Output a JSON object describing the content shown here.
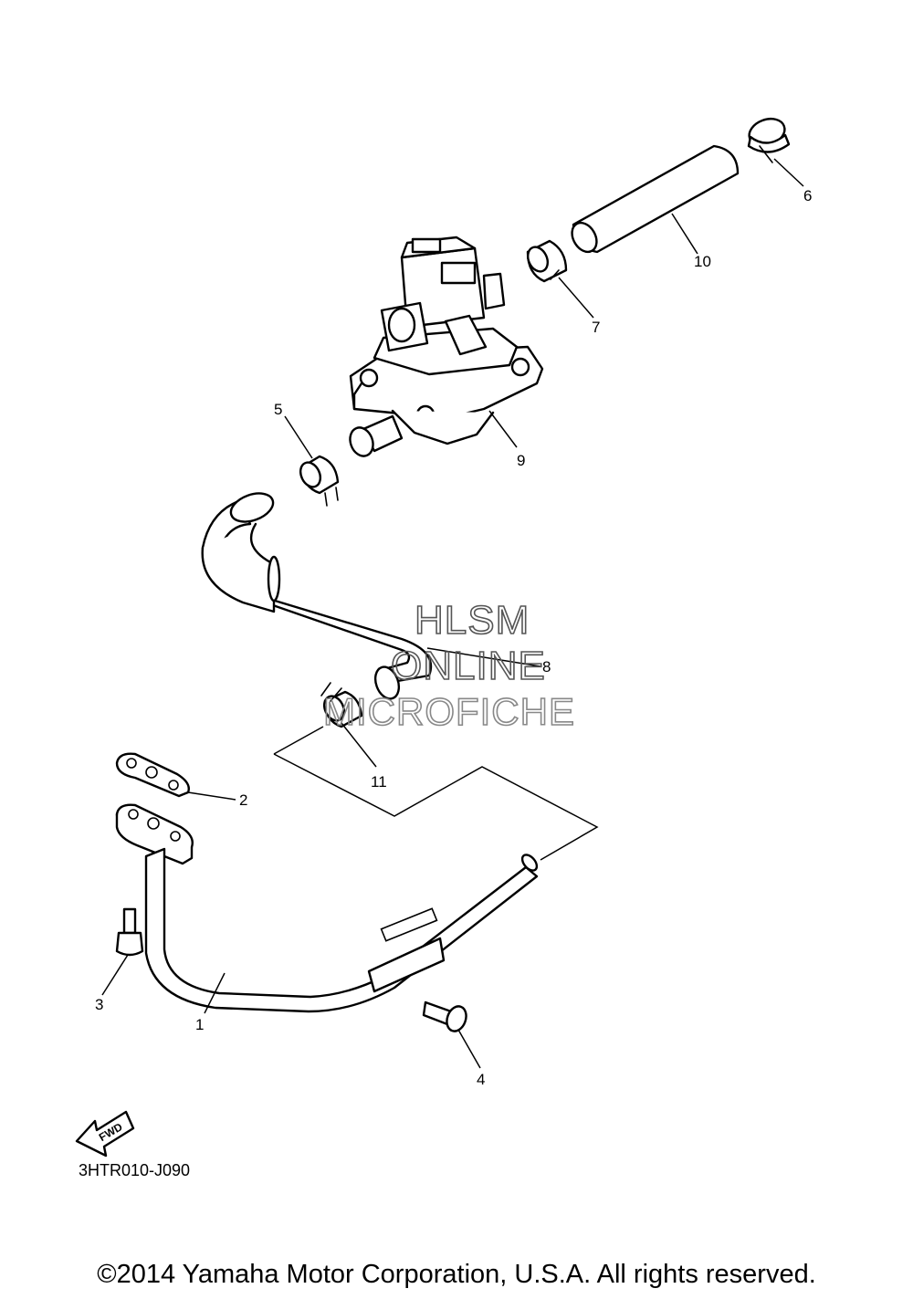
{
  "callouts": {
    "p1": "1",
    "p2": "2",
    "p3": "3",
    "p4": "4",
    "p5": "5",
    "p6": "6",
    "p7": "7",
    "p8": "8",
    "p9": "9",
    "p10": "10",
    "p11": "11"
  },
  "fwd_label": "FWD",
  "figure_code": "3HTR010-J090",
  "watermark": {
    "line1": "HLSM",
    "line2": "ONLINE",
    "line3": "MICROFICHE"
  },
  "copyright": "©2014 Yamaha Motor Corporation, U.S.A. All rights reserved.",
  "colors": {
    "ink": "#000000",
    "background": "#ffffff",
    "watermark": "#555555"
  }
}
